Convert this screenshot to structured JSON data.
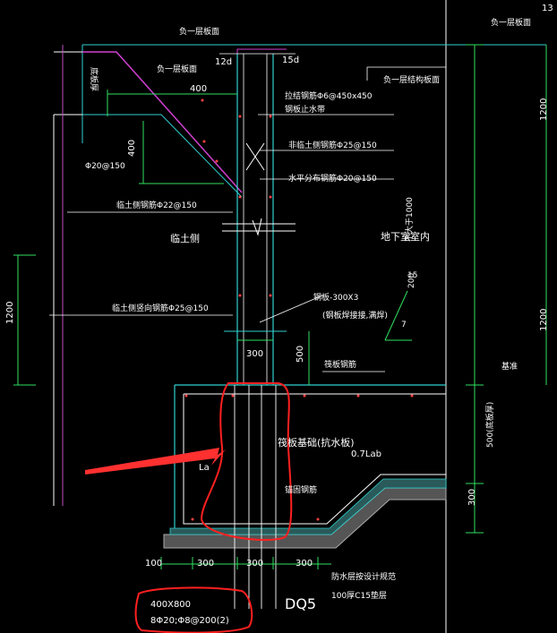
{
  "labels": {
    "top_center": "负一层板面",
    "top_right": "负一层板面",
    "top_struct": "负一层结构板面",
    "left_top_vert": "底板厚",
    "label_400": "400",
    "label_400v": "400",
    "label_12d": "12d",
    "label_15d": "15d",
    "left_mid": "负一层板面",
    "lacing": "拉结钢筋Φ6@450x450",
    "waterstop": "钢板止水带",
    "wall_vert": "非临土侧钢筋Φ25@150",
    "horiz_dist": "水平分布钢筋Φ20@150",
    "phi20": "Φ20@150",
    "soil_side_wall": "临土侧钢筋Φ22@150",
    "soil_side": "临土侧",
    "basement": "地下室室内",
    "not_less_1000": "不大于1000",
    "soil_side_vert": "临土侧竖向钢筋Φ25@150",
    "steel_plate": "钢板-300X3",
    "steel_plate2": "(钢板焊接接,满焊)",
    "label_300": "300",
    "label_500": "500",
    "raft_bars": "筏板钢筋",
    "datum": "基准",
    "raft_found": "筏板基础(抗水板)",
    "lab": "0.7Lab",
    "la": "La",
    "anchor_bars": "锚固钢筋",
    "ver_500": "500(底板厚)",
    "ver_300": "300",
    "r1200_top": "1200",
    "r1200_bot": "1200",
    "l1200": "1200",
    "angle_200": "200",
    "angle_15": "15",
    "angle_7": "7",
    "dim_100": "100",
    "dim_300a": "300",
    "dim_300b": "300",
    "dim_300c": "300",
    "waterproof": "防水层按设计规范",
    "cushion": "100厚C15垫层",
    "section": "400X800",
    "rebar": "8Φ20;Φ8@200(2)",
    "ref": "DQ5",
    "corner": "13"
  }
}
